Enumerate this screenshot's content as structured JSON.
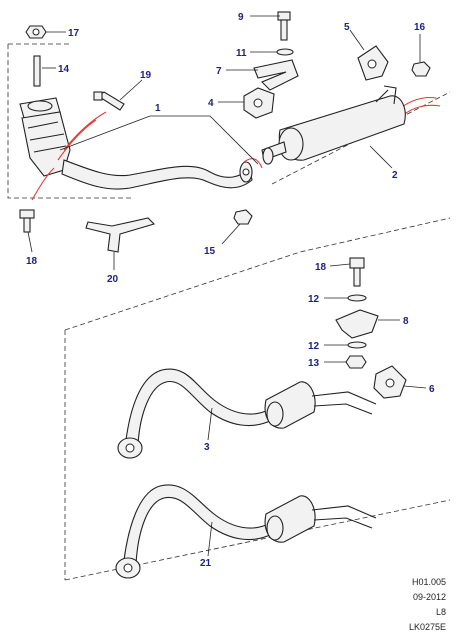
{
  "callouts": {
    "c1": "1",
    "c2": "2",
    "c3": "3",
    "c4": "4",
    "c5": "5",
    "c6": "6",
    "c7": "7",
    "c8": "8",
    "c9": "9",
    "c11": "11",
    "c12a": "12",
    "c12b": "12",
    "c13": "13",
    "c14": "14",
    "c15": "15",
    "c16": "16",
    "c17": "17",
    "c18a": "18",
    "c18b": "18",
    "c19": "19",
    "c20": "20",
    "c21": "21"
  },
  "reference": {
    "code": "H01.005",
    "date": "09-2012",
    "variant": "L8",
    "drawing": "LK0275E"
  },
  "colors": {
    "callout": "#1a237e",
    "highlight": "#e53935",
    "line": "#222222"
  }
}
